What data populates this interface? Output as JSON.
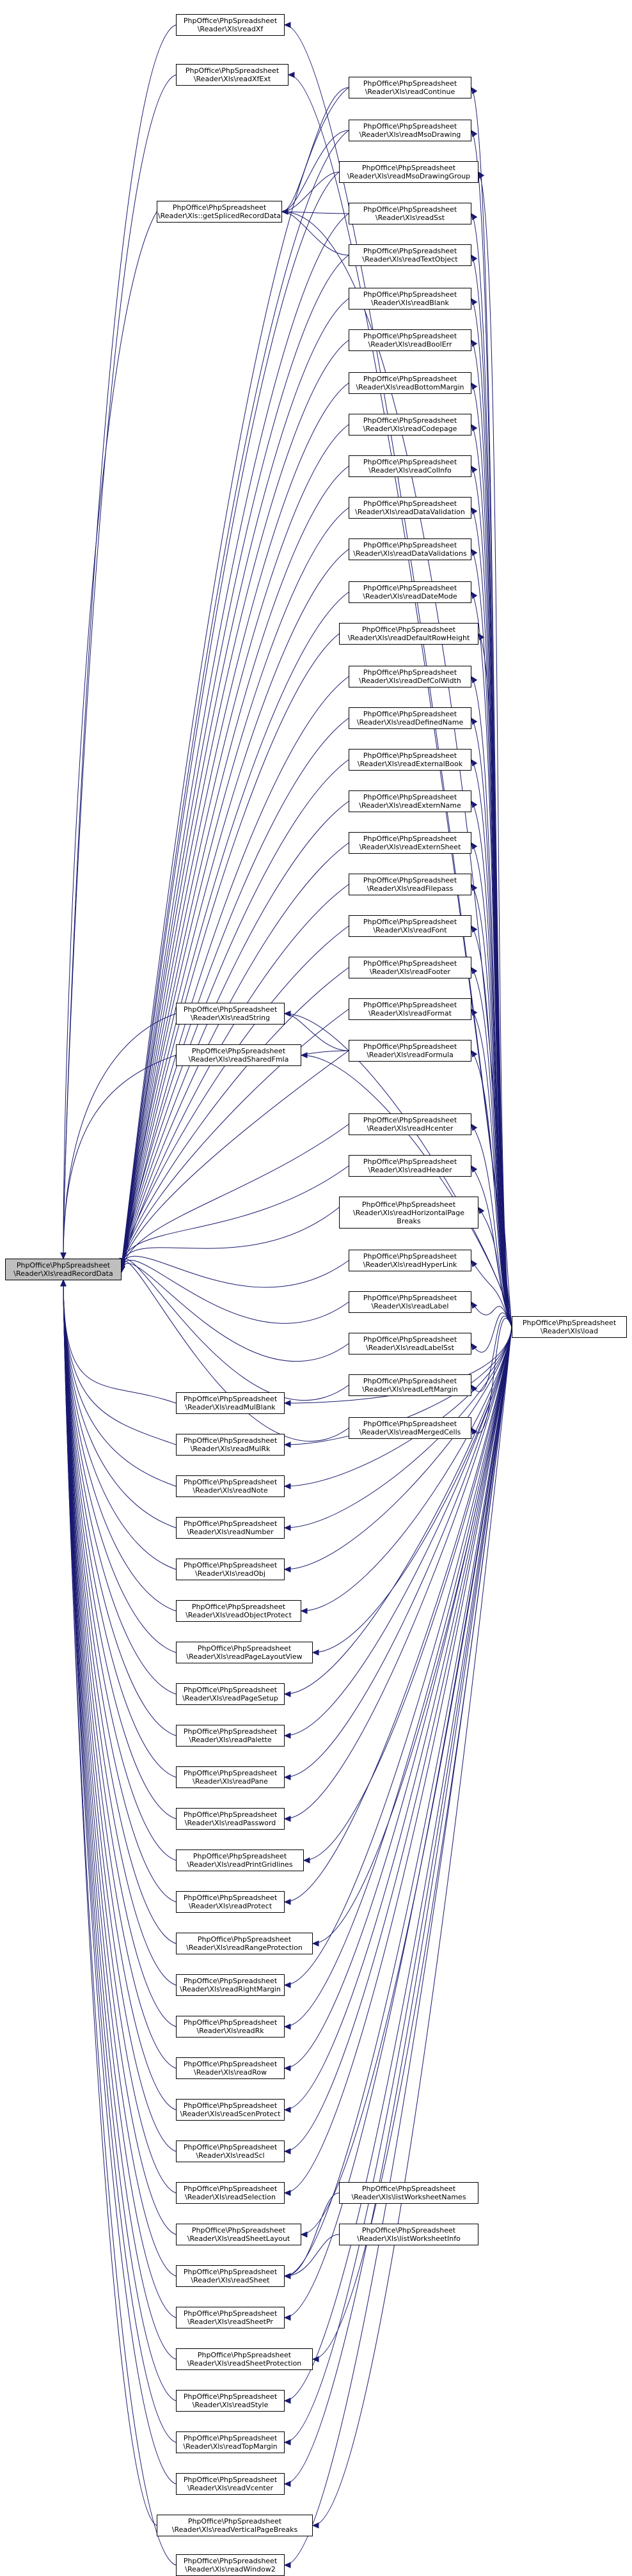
{
  "colors": {
    "edge": "#191970",
    "node_border": "#000000",
    "main_fill": "#bfbfbf",
    "node_fill": "#ffffff"
  },
  "main": "PhpOffice\\PhpSpreadsheet\n\\Reader\\Xls\\readRecordData",
  "load": "PhpOffice\\PhpSpreadsheet\n\\Reader\\Xls\\load",
  "spliced": "PhpOffice\\PhpSpreadsheet\n\\Reader\\Xls::getSplicedRecordData",
  "left_nodes": [
    "PhpOffice\\PhpSpreadsheet\n\\Reader\\Xls\\readXf",
    "PhpOffice\\PhpSpreadsheet\n\\Reader\\Xls\\readXfExt",
    "PhpOffice\\PhpSpreadsheet\n\\Reader\\Xls\\readString",
    "PhpOffice\\PhpSpreadsheet\n\\Reader\\Xls\\readSharedFmla",
    "PhpOffice\\PhpSpreadsheet\n\\Reader\\Xls\\readMulBlank",
    "PhpOffice\\PhpSpreadsheet\n\\Reader\\Xls\\readMulRk",
    "PhpOffice\\PhpSpreadsheet\n\\Reader\\Xls\\readNote",
    "PhpOffice\\PhpSpreadsheet\n\\Reader\\Xls\\readNumber",
    "PhpOffice\\PhpSpreadsheet\n\\Reader\\Xls\\readObj",
    "PhpOffice\\PhpSpreadsheet\n\\Reader\\Xls\\readObjectProtect",
    "PhpOffice\\PhpSpreadsheet\n\\Reader\\Xls\\readPageLayoutView",
    "PhpOffice\\PhpSpreadsheet\n\\Reader\\Xls\\readPageSetup",
    "PhpOffice\\PhpSpreadsheet\n\\Reader\\Xls\\readPalette",
    "PhpOffice\\PhpSpreadsheet\n\\Reader\\Xls\\readPane",
    "PhpOffice\\PhpSpreadsheet\n\\Reader\\Xls\\readPassword",
    "PhpOffice\\PhpSpreadsheet\n\\Reader\\Xls\\readPrintGridlines",
    "PhpOffice\\PhpSpreadsheet\n\\Reader\\Xls\\readProtect",
    "PhpOffice\\PhpSpreadsheet\n\\Reader\\Xls\\readRangeProtection",
    "PhpOffice\\PhpSpreadsheet\n\\Reader\\Xls\\readRightMargin",
    "PhpOffice\\PhpSpreadsheet\n\\Reader\\Xls\\readRk",
    "PhpOffice\\PhpSpreadsheet\n\\Reader\\Xls\\readRow",
    "PhpOffice\\PhpSpreadsheet\n\\Reader\\Xls\\readScenProtect",
    "PhpOffice\\PhpSpreadsheet\n\\Reader\\Xls\\readScl",
    "PhpOffice\\PhpSpreadsheet\n\\Reader\\Xls\\readSelection",
    "PhpOffice\\PhpSpreadsheet\n\\Reader\\Xls\\readSheetLayout",
    "PhpOffice\\PhpSpreadsheet\n\\Reader\\Xls\\readSheet",
    "PhpOffice\\PhpSpreadsheet\n\\Reader\\Xls\\readSheetPr",
    "PhpOffice\\PhpSpreadsheet\n\\Reader\\Xls\\readSheetProtection",
    "PhpOffice\\PhpSpreadsheet\n\\Reader\\Xls\\readStyle",
    "PhpOffice\\PhpSpreadsheet\n\\Reader\\Xls\\readTopMargin",
    "PhpOffice\\PhpSpreadsheet\n\\Reader\\Xls\\readVcenter",
    "PhpOffice\\PhpSpreadsheet\n\\Reader\\Xls\\readVerticalPageBreaks",
    "PhpOffice\\PhpSpreadsheet\n\\Reader\\Xls\\readWindow2"
  ],
  "right_nodes": [
    "PhpOffice\\PhpSpreadsheet\n\\Reader\\Xls\\readContinue",
    "PhpOffice\\PhpSpreadsheet\n\\Reader\\Xls\\readMsoDrawing",
    "PhpOffice\\PhpSpreadsheet\n\\Reader\\Xls\\readMsoDrawingGroup",
    "PhpOffice\\PhpSpreadsheet\n\\Reader\\Xls\\readSst",
    "PhpOffice\\PhpSpreadsheet\n\\Reader\\Xls\\readTextObject",
    "PhpOffice\\PhpSpreadsheet\n\\Reader\\Xls\\readBlank",
    "PhpOffice\\PhpSpreadsheet\n\\Reader\\Xls\\readBoolErr",
    "PhpOffice\\PhpSpreadsheet\n\\Reader\\Xls\\readBottomMargin",
    "PhpOffice\\PhpSpreadsheet\n\\Reader\\Xls\\readCodepage",
    "PhpOffice\\PhpSpreadsheet\n\\Reader\\Xls\\readColInfo",
    "PhpOffice\\PhpSpreadsheet\n\\Reader\\Xls\\readDataValidation",
    "PhpOffice\\PhpSpreadsheet\n\\Reader\\Xls\\readDataValidations",
    "PhpOffice\\PhpSpreadsheet\n\\Reader\\Xls\\readDateMode",
    "PhpOffice\\PhpSpreadsheet\n\\Reader\\Xls\\readDefaultRowHeight",
    "PhpOffice\\PhpSpreadsheet\n\\Reader\\Xls\\readDefColWidth",
    "PhpOffice\\PhpSpreadsheet\n\\Reader\\Xls\\readDefinedName",
    "PhpOffice\\PhpSpreadsheet\n\\Reader\\Xls\\readExternalBook",
    "PhpOffice\\PhpSpreadsheet\n\\Reader\\Xls\\readExternName",
    "PhpOffice\\PhpSpreadsheet\n\\Reader\\Xls\\readExternSheet",
    "PhpOffice\\PhpSpreadsheet\n\\Reader\\Xls\\readFilepass",
    "PhpOffice\\PhpSpreadsheet\n\\Reader\\Xls\\readFont",
    "PhpOffice\\PhpSpreadsheet\n\\Reader\\Xls\\readFooter",
    "PhpOffice\\PhpSpreadsheet\n\\Reader\\Xls\\readFormat",
    "PhpOffice\\PhpSpreadsheet\n\\Reader\\Xls\\readFormula",
    "PhpOffice\\PhpSpreadsheet\n\\Reader\\Xls\\readHcenter",
    "PhpOffice\\PhpSpreadsheet\n\\Reader\\Xls\\readHeader",
    "PhpOffice\\PhpSpreadsheet\n\\Reader\\Xls\\readHorizontalPage\nBreaks",
    "PhpOffice\\PhpSpreadsheet\n\\Reader\\Xls\\readHyperLink",
    "PhpOffice\\PhpSpreadsheet\n\\Reader\\Xls\\readLabel",
    "PhpOffice\\PhpSpreadsheet\n\\Reader\\Xls\\readLabelSst",
    "PhpOffice\\PhpSpreadsheet\n\\Reader\\Xls\\readLeftMargin",
    "PhpOffice\\PhpSpreadsheet\n\\Reader\\Xls\\readMergedCells"
  ],
  "sheet_callers": [
    "PhpOffice\\PhpSpreadsheet\n\\Reader\\Xls\\listWorksheetNames",
    "PhpOffice\\PhpSpreadsheet\n\\Reader\\Xls\\listWorksheetInfo"
  ]
}
